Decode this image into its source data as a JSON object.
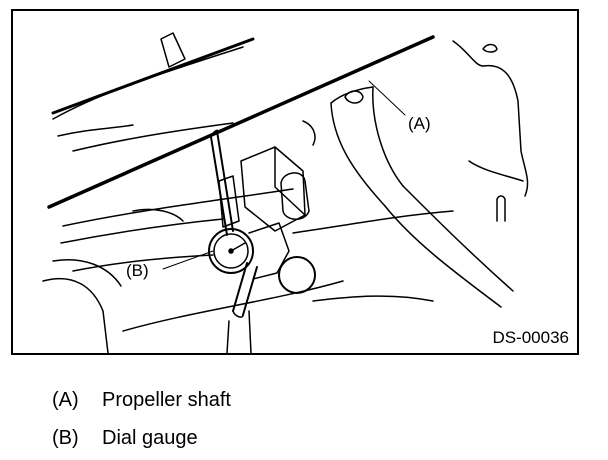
{
  "figure": {
    "callouts": {
      "a": "(A)",
      "b": "(B)"
    },
    "figure_id": "DS-00036"
  },
  "legend": [
    {
      "key": "(A)",
      "label": "Propeller shaft"
    },
    {
      "key": "(B)",
      "label": "Dial gauge"
    }
  ]
}
